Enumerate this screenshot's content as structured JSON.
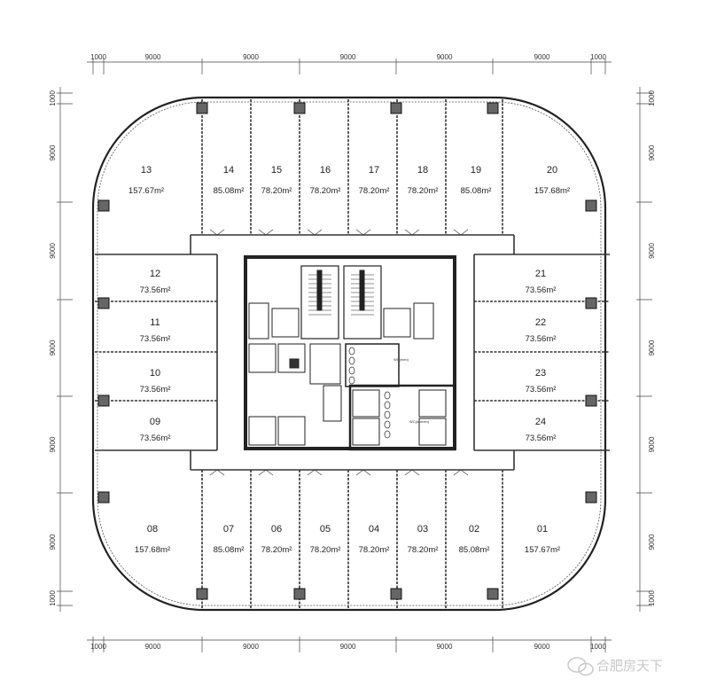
{
  "dimensions": {
    "top": [
      "1000",
      "9000",
      "9000",
      "9000",
      "9000",
      "9000",
      "1000"
    ],
    "bottom": [
      "1000",
      "9000",
      "9000",
      "9000",
      "9000",
      "9000",
      "1000"
    ],
    "left": [
      "1000",
      "9000",
      "9000",
      "9000",
      "9000",
      "9000",
      "1000"
    ],
    "right": [
      "1000",
      "9000",
      "9000",
      "9000",
      "9000",
      "9000",
      "1000"
    ]
  },
  "units": [
    {
      "id": "13",
      "area": "157.67m²"
    },
    {
      "id": "14",
      "area": "85.08m²"
    },
    {
      "id": "15",
      "area": "78.20m²"
    },
    {
      "id": "16",
      "area": "78.20m²"
    },
    {
      "id": "17",
      "area": "78.20m²"
    },
    {
      "id": "18",
      "area": "78.20m²"
    },
    {
      "id": "19",
      "area": "85.08m²"
    },
    {
      "id": "20",
      "area": "157.68m²"
    },
    {
      "id": "12",
      "area": "73.56m²"
    },
    {
      "id": "11",
      "area": "73.56m²"
    },
    {
      "id": "10",
      "area": "73.56m²"
    },
    {
      "id": "09",
      "area": "73.56m²"
    },
    {
      "id": "21",
      "area": "73.56m²"
    },
    {
      "id": "22",
      "area": "73.56m²"
    },
    {
      "id": "23",
      "area": "73.56m²"
    },
    {
      "id": "24",
      "area": "73.56m²"
    },
    {
      "id": "08",
      "area": "157.68m²"
    },
    {
      "id": "07",
      "area": "85.08m²"
    },
    {
      "id": "06",
      "area": "78.20m²"
    },
    {
      "id": "05",
      "area": "78.20m²"
    },
    {
      "id": "04",
      "area": "78.20m²"
    },
    {
      "id": "03",
      "area": "78.20m²"
    },
    {
      "id": "02",
      "area": "85.08m²"
    },
    {
      "id": "01",
      "area": "157.67m²"
    }
  ],
  "core": {
    "wc_men": "WC(men)",
    "wc_women": "WC(women)"
  },
  "watermark": "合肥房天下",
  "colors": {
    "line": "#222222",
    "column": "#666666"
  }
}
